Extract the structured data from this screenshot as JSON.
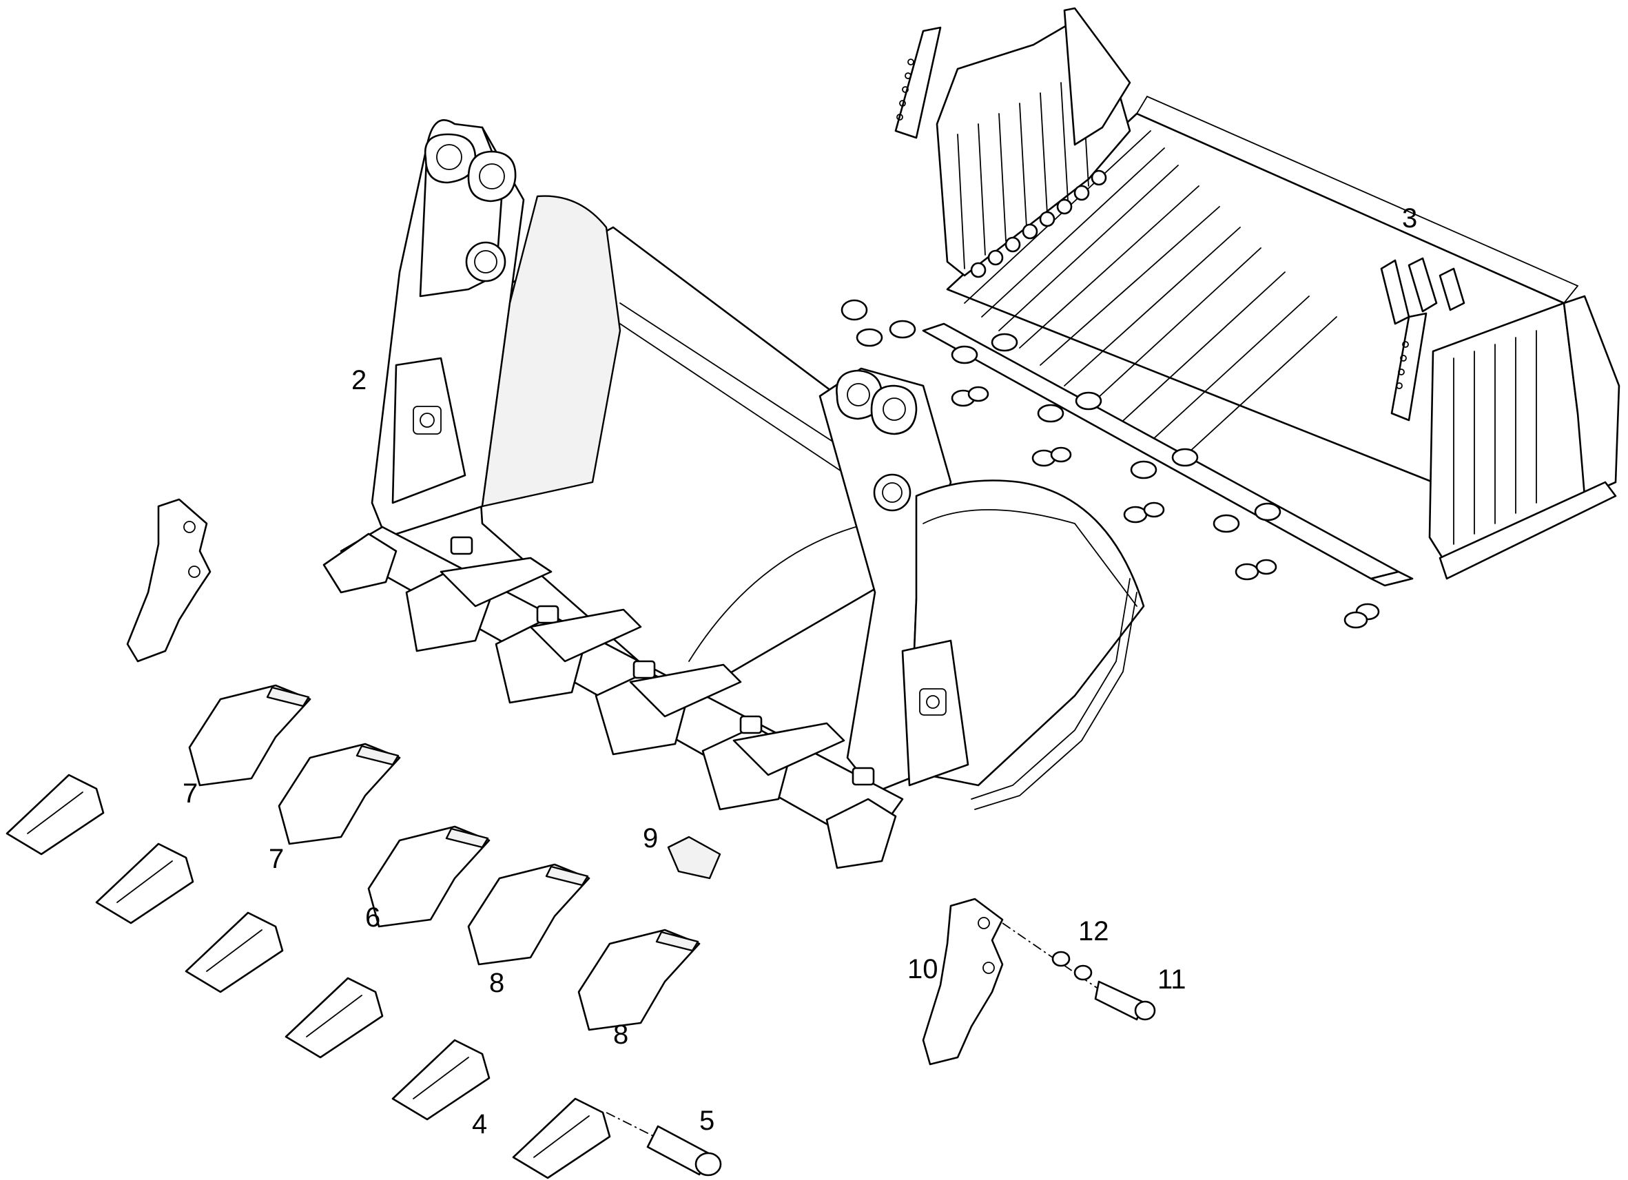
{
  "diagram": {
    "callouts": [
      {
        "id": "2",
        "text": "2"
      },
      {
        "id": "3",
        "text": "3"
      },
      {
        "id": "4",
        "text": "4"
      },
      {
        "id": "5",
        "text": "5"
      },
      {
        "id": "6",
        "text": "6"
      },
      {
        "id": "7a",
        "text": "7"
      },
      {
        "id": "7b",
        "text": "7"
      },
      {
        "id": "8a",
        "text": "8"
      },
      {
        "id": "8b",
        "text": "8"
      },
      {
        "id": "9",
        "text": "9"
      },
      {
        "id": "10",
        "text": "10"
      },
      {
        "id": "11",
        "text": "11"
      },
      {
        "id": "12",
        "text": "12"
      }
    ]
  }
}
